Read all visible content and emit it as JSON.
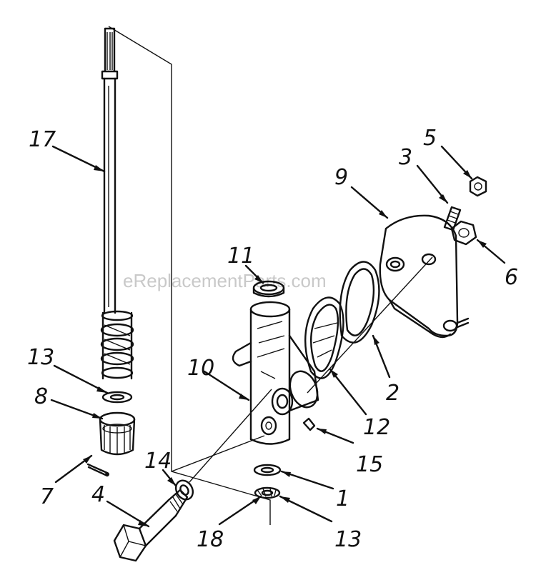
{
  "watermark": "eReplacementParts.com",
  "callouts": {
    "c17": "17",
    "c13a": "13",
    "c8": "8",
    "c7": "7",
    "c4": "4",
    "c14": "14",
    "c18": "18",
    "c13b": "13",
    "c1": "1",
    "c10": "10",
    "c11": "11",
    "c15": "15",
    "c12": "12",
    "c2": "2",
    "c9": "9",
    "c3": "3",
    "c5": "5",
    "c6": "6"
  },
  "parts": [
    "shaft",
    "worm",
    "washer-13-upper",
    "nut-8",
    "pin-7",
    "bolt-4",
    "washer-14",
    "housing-10",
    "seal-11",
    "washer-1",
    "washer-18-13",
    "gasket-12",
    "gasket-2",
    "cover-plate-9",
    "stud-3",
    "nut-5",
    "nut-6",
    "bushing-15"
  ]
}
